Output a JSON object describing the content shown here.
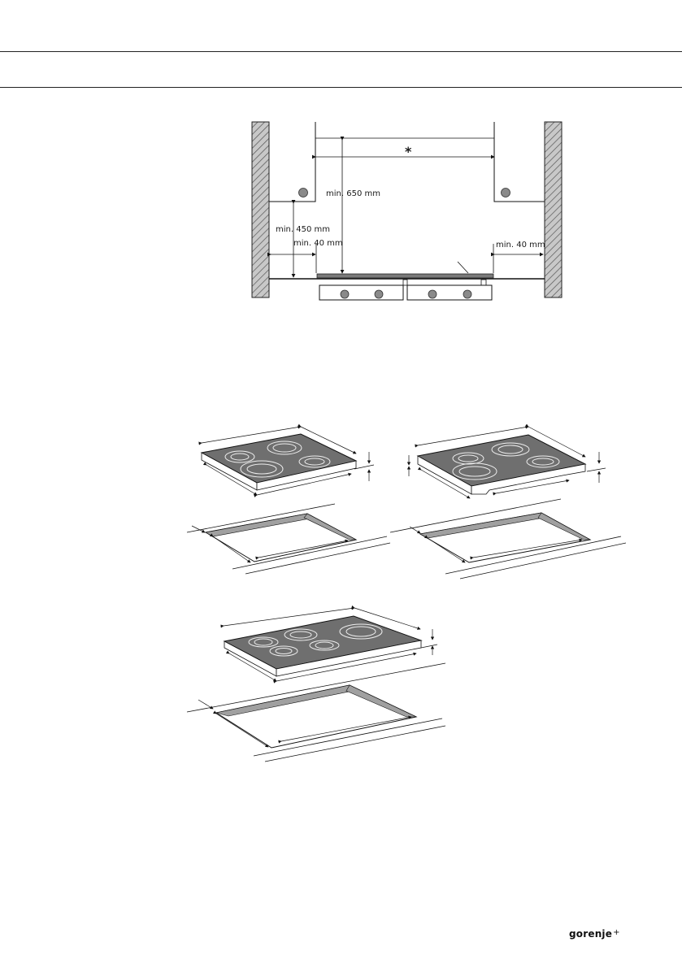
{
  "header": {
    "lines": 2
  },
  "clearance_diagram": {
    "label_min_650": "min. 650 mm",
    "label_min_450": "min. 450 mm",
    "label_min_40_left": "min. 40 mm",
    "label_min_40_right": "min. 40 mm",
    "asterisk": "*"
  },
  "illustrations": [
    {
      "name": "cooktop-4-zone-framed",
      "zones": 4
    },
    {
      "name": "cooktop-4-zone-bevelled",
      "zones": 4
    },
    {
      "name": "cooktop-5-zone-wide",
      "zones": 5
    }
  ],
  "footer": {
    "brand": "gorenje",
    "brand_mark": "+"
  },
  "colors": {
    "glass": "#6f6f6f",
    "wall_hatch": "#555555",
    "knob": "#8a8a8a",
    "cutout_frame": "#a0a0a0"
  }
}
